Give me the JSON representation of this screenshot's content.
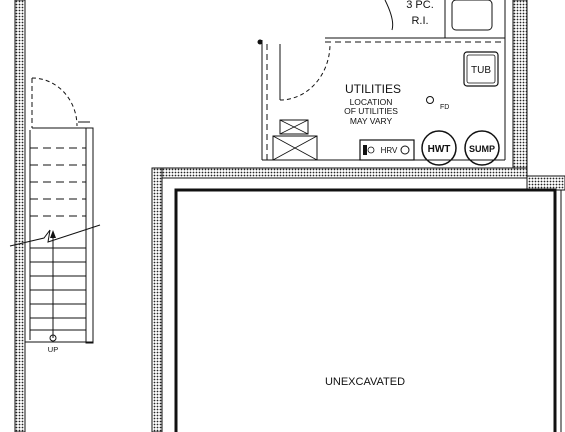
{
  "labels": {
    "bath_rough_in_line1": "3 PC.",
    "bath_rough_in_line2": "R.I.",
    "utilities_title": "UTILITIES",
    "utilities_note_line1": "LOCATION",
    "utilities_note_line2": "OF UTILITIES",
    "utilities_note_line3": "MAY VARY",
    "tub": "TUB",
    "floor_drain": "FD",
    "hrv": "HRV",
    "hot_water_tank": "HWT",
    "sump": "SUMP",
    "stair_direction": "UP",
    "unexcavated": "UNEXCAVATED"
  },
  "colors": {
    "line": "#111111",
    "wall_fill": "#ffffff"
  }
}
